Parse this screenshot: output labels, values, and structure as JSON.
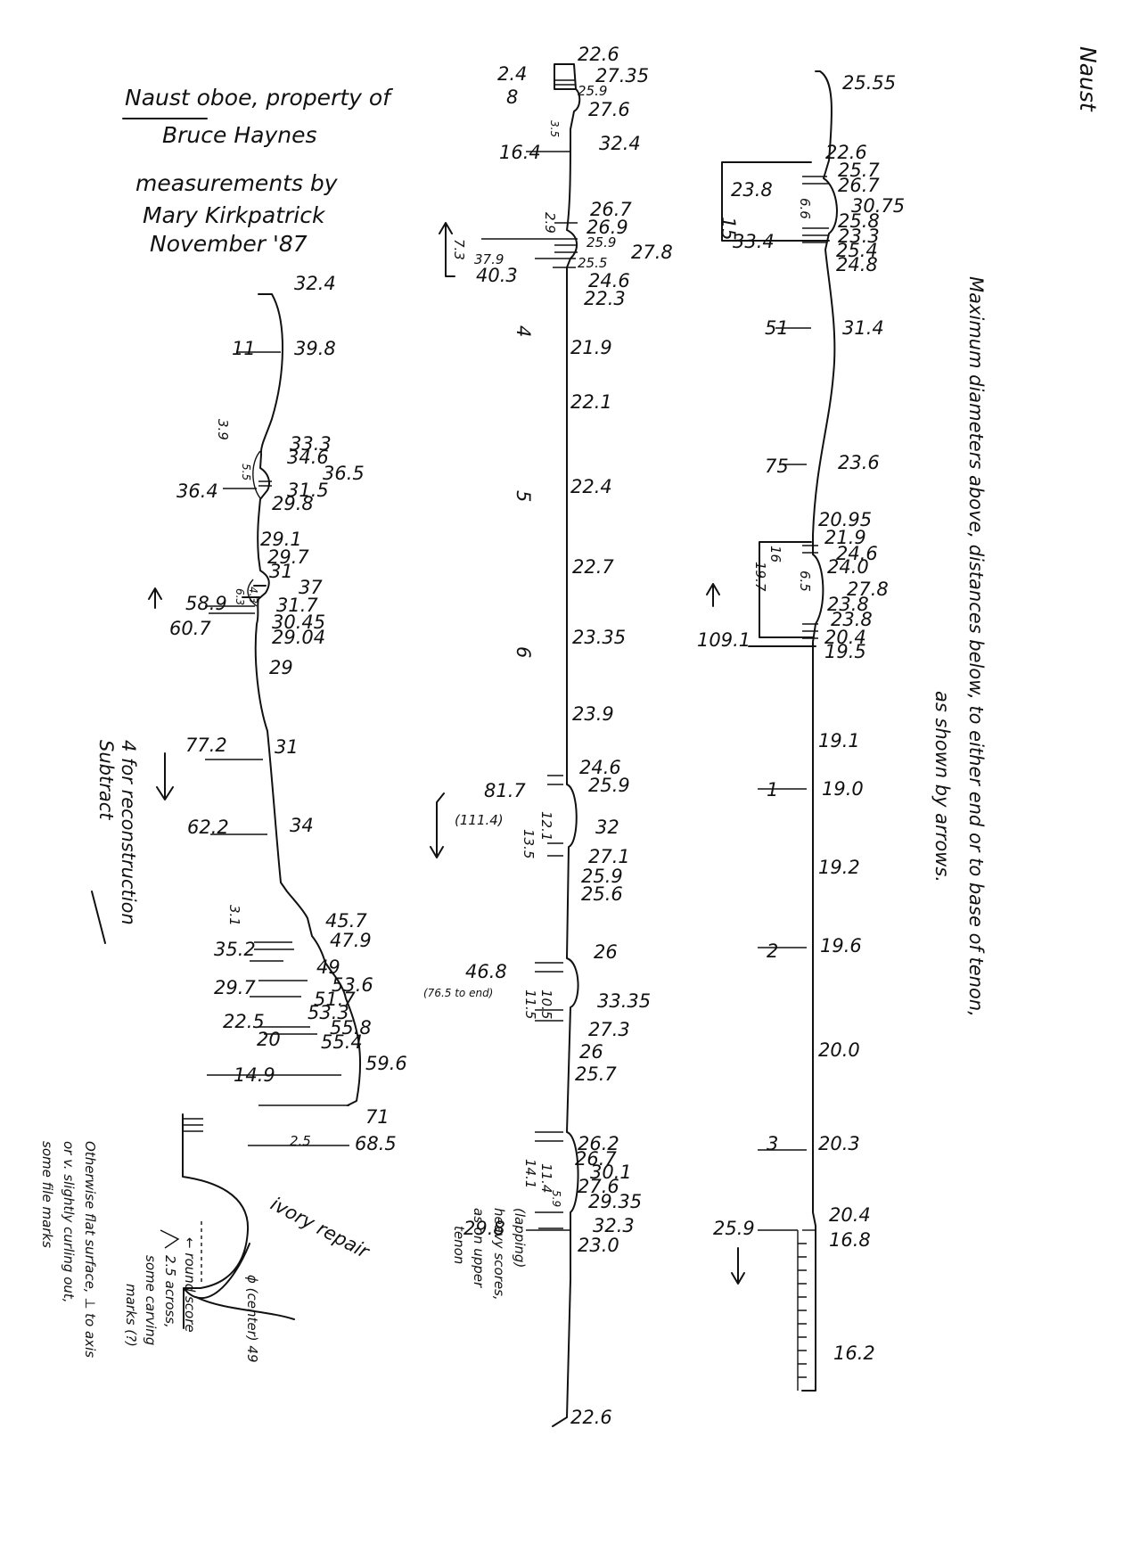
{
  "corner_label": "Naust",
  "title": {
    "line1": "Naust oboe, property of",
    "line2": "Bruce Haynes",
    "line3": "measurements by",
    "line4": "Mary Kirkpatrick",
    "line5": "November '87"
  },
  "note_right": {
    "line1": "Maximum diameters above, distances below, to either end or to base of tenon,",
    "line2": "as shown by arrows."
  },
  "note_subtract": {
    "line1": "Subtract",
    "line2": "4 for reconstruction"
  },
  "note_bell": {
    "ivory": "ivory repair",
    "center": "ϕ (center) 49",
    "round_score": "← round score",
    "round_score_2": "2.5 across,",
    "carving": "some carving",
    "marks": "marks (?)",
    "flat1": "Otherwise flat surface, ⊥ to axis",
    "flat2": "or v. slightly curling out,",
    "flat3": "some file marks"
  },
  "note_middle": {
    "lapping": "(lapping)",
    "scores": "heavy scores,",
    "upper": "as on upper",
    "tenon": "tenon"
  },
  "bell_joint": {
    "diameters": [
      "32.4",
      "39.8",
      "33.3",
      "34.6",
      "36.5",
      "31.5",
      "29.8",
      "29.1",
      "29.7",
      "31",
      "37",
      "31.7",
      "30.45",
      "29.04",
      "29",
      "31",
      "34",
      "45.7",
      "47.9",
      "49",
      "53.6",
      "51.7",
      "53.3",
      "55.8",
      "55.4",
      "59.6",
      "71",
      "68.5"
    ],
    "distances": [
      "11",
      "3.9",
      "5.5",
      "36.4",
      "4.3",
      "6.3",
      "58.9",
      "60.7",
      "77.2",
      "62.2",
      "3.1",
      "35.2",
      "29.7",
      "22.5",
      "20",
      "14.9",
      "2.5"
    ]
  },
  "middle_joint": {
    "diameters": [
      "22.6",
      "27.35",
      "25.9",
      "27.6",
      "32.4",
      "26.7",
      "26.9",
      "25.9",
      "27.8",
      "25.5",
      "24.6",
      "22.3",
      "21.9",
      "22.1",
      "22.4",
      "22.7",
      "23.35",
      "23.9",
      "24.6",
      "25.9",
      "32",
      "27.1",
      "25.9",
      "25.6",
      "26",
      "33.35",
      "27.3",
      "26",
      "25.7",
      "26.2",
      "26.7",
      "30.1",
      "27.6",
      "29.35",
      "32.3",
      "23.0",
      "22.6"
    ],
    "distances": [
      "2.4",
      "8",
      "3.5",
      "16.4",
      "2.9",
      "7.3",
      "37.9",
      "40.3",
      "4",
      "5",
      "6",
      "81.7",
      "(111.4)",
      "12.1",
      "13.5",
      "46.8",
      "(76.5 to end)",
      "10.5",
      "11.5",
      "11.4",
      "14.1",
      "5.9",
      "29.8"
    ]
  },
  "top_joint": {
    "diameters": [
      "25.55",
      "22.6",
      "25.7",
      "26.7",
      "30.75",
      "25.8",
      "23.3",
      "25.4",
      "24.8",
      "31.4",
      "23.6",
      "20.95",
      "21.9",
      "24.6",
      "24.0",
      "27.8",
      "23.8",
      "23.8",
      "20.4",
      "19.5",
      "19.1",
      "19.0",
      "19.2",
      "19.6",
      "20.0",
      "20.3",
      "20.4",
      "16.8",
      "16.2"
    ],
    "distances": [
      "23.8",
      "15",
      "6.6",
      "33.4",
      "51",
      "75",
      "16",
      "19.7",
      "6.5",
      "109.1",
      "1",
      "2",
      "3",
      "25.9"
    ]
  }
}
